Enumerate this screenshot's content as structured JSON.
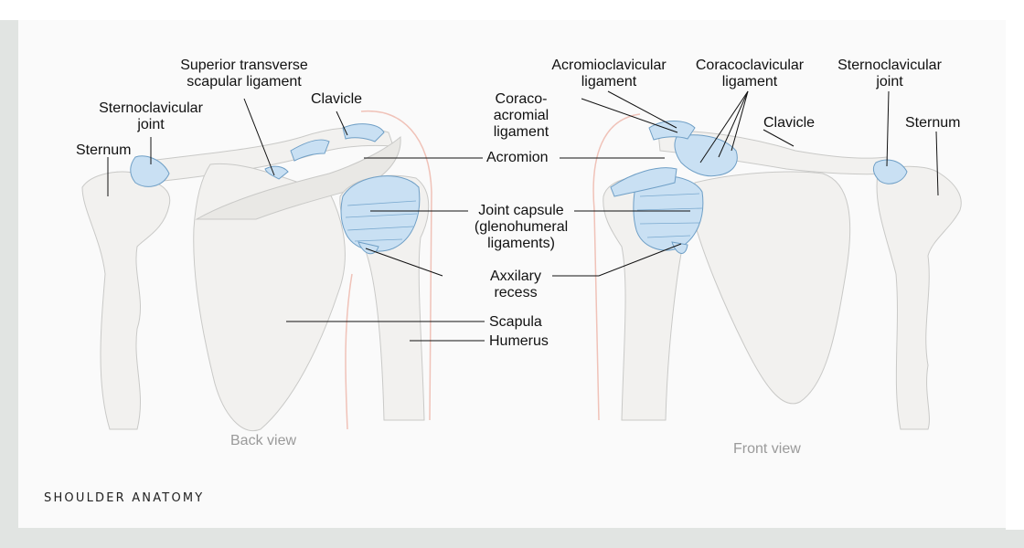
{
  "footer_title": "SHOULDER ANATOMY",
  "views": {
    "back": "Back view",
    "front": "Front view"
  },
  "labels": {
    "superior_transverse_1": "Superior transverse",
    "superior_transverse_2": "scapular ligament",
    "clavicle_back": "Clavicle",
    "sternoclavicular_back_1": "Sternoclavicular",
    "sternoclavicular_back_2": "joint",
    "sternum_back": "Sternum",
    "acromioclavicular_1": "Acromioclavicular",
    "acromioclavicular_2": "ligament",
    "coracoclavicular_1": "Coracoclavicular",
    "coracoclavicular_2": "ligament",
    "sternoclavicular_front_1": "Sternoclavicular",
    "sternoclavicular_front_2": "joint",
    "coracoacromial_1": "Coraco-",
    "coracoacromial_2": "acromial",
    "coracoacromial_3": "ligament",
    "clavicle_front": "Clavicle",
    "sternum_front": "Sternum",
    "acromion": "Acromion",
    "joint_capsule_1": "Joint capsule",
    "joint_capsule_2": "(glenohumeral",
    "joint_capsule_3": "ligaments)",
    "axxilary_1": "Axxilary",
    "axxilary_2": "recess",
    "scapula": "Scapula",
    "humerus": "Humerus"
  },
  "colors": {
    "ligament": "#c9e0f3",
    "bone": "#f2f1ef",
    "leader": "#111111",
    "skin": "#f0c2b8"
  }
}
